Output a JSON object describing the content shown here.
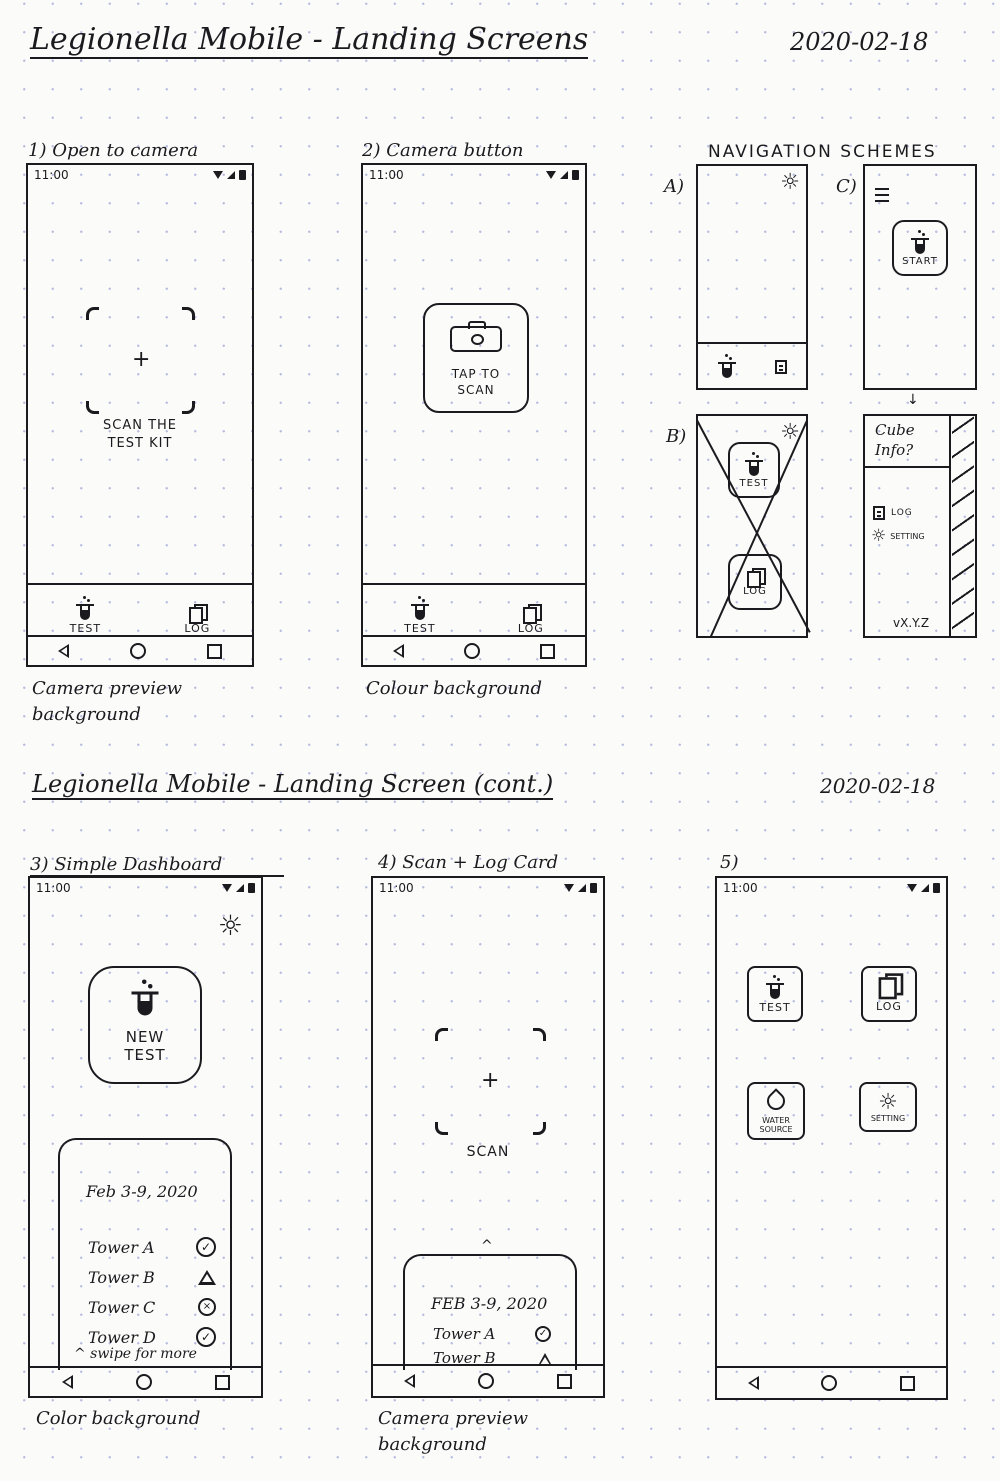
{
  "page1": {
    "title": "Legionella Mobile - Landing Screens",
    "date": "2020-02-18"
  },
  "page2": {
    "title": "Legionella Mobile - Landing Screen (cont.)",
    "date": "2020-02-18"
  },
  "status_bar": {
    "time": "11:00"
  },
  "screen1": {
    "label": "1) Open to camera",
    "scan_text_line1": "SCAN THE",
    "scan_text_line2": "TEST KIT",
    "crosshair": "+",
    "tabs": [
      {
        "label": "TEST",
        "icon": "test-tube-icon"
      },
      {
        "label": "LOG",
        "icon": "log-icon"
      }
    ],
    "note_line1": "Camera preview",
    "note_line2": "background"
  },
  "screen2": {
    "label": "2) Camera button",
    "button_line1": "TAP TO",
    "button_line2": "SCAN",
    "tabs": [
      {
        "label": "TEST",
        "icon": "test-tube-icon"
      },
      {
        "label": "LOG",
        "icon": "log-icon"
      }
    ],
    "note": "Colour background"
  },
  "navigation_schemes": {
    "title": "NAVIGATION SCHEMES",
    "a": {
      "label": "A)",
      "settings_icon": "gear-icon",
      "tabs": [
        "test-tube-icon",
        "log-icon"
      ]
    },
    "b": {
      "label": "B)",
      "buttons": [
        "TEST",
        "LOG"
      ],
      "crossed_out": true
    },
    "c": {
      "label": "C)",
      "start_label": "START",
      "arrow": "↓",
      "drawer": {
        "header_line1": "Cube",
        "header_line2": "Info?",
        "items": [
          {
            "label": "LOG",
            "icon": "log-icon"
          },
          {
            "label": "SETTING",
            "icon": "gear-icon"
          }
        ],
        "version": "vX.Y.Z"
      }
    }
  },
  "screen3": {
    "label": "3) Simple Dashboard",
    "new_test_line1": "NEW",
    "new_test_line2": "TEST",
    "card": {
      "date_range": "Feb 3-9, 2020",
      "towers": [
        {
          "name": "Tower A",
          "status": "ok"
        },
        {
          "name": "Tower B",
          "status": "warning"
        },
        {
          "name": "Tower C",
          "status": "error"
        },
        {
          "name": "Tower D",
          "status": "ok"
        }
      ],
      "swipe_hint": "^ swipe for more"
    },
    "note": "Color background"
  },
  "screen4": {
    "label": "4) Scan + Log Card",
    "scan_text": "SCAN",
    "crosshair": "+",
    "card_handle": "^",
    "card": {
      "date_range": "FEB 3-9, 2020",
      "towers": [
        {
          "name": "Tower A",
          "status": "ok"
        },
        {
          "name": "Tower B",
          "status": "warning"
        }
      ]
    },
    "note_line1": "Camera preview",
    "note_line2": "background"
  },
  "screen5": {
    "label": "5)",
    "tiles": [
      {
        "label": "TEST",
        "icon": "test-tube-icon"
      },
      {
        "label": "LOG",
        "icon": "log-icon"
      },
      {
        "label": "WATER SOURCE",
        "icon": "water-drop-icon"
      },
      {
        "label": "SETTING",
        "icon": "gear-icon"
      }
    ]
  },
  "icons": {
    "gear": "☼",
    "check": "✓",
    "x": "×",
    "crosshair": "+"
  }
}
